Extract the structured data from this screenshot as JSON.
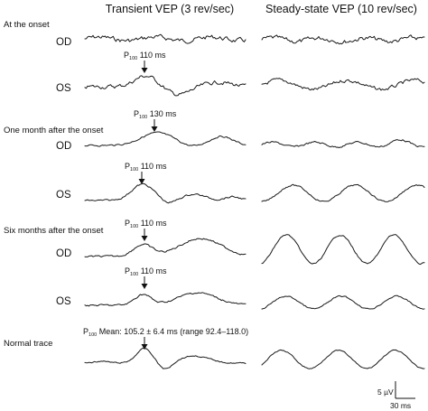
{
  "columns": {
    "transient": "Transient VEP (3 rev/sec)",
    "steady": "Steady-state VEP (10 rev/sec)"
  },
  "sections": [
    {
      "title": "At the onset"
    },
    {
      "title": "One month after the onset"
    },
    {
      "title": "Six months after the onset"
    },
    {
      "title": "Normal trace"
    }
  ],
  "rows": [
    {
      "eye": "OD",
      "annotation": null
    },
    {
      "eye": "OS",
      "annotation": {
        "p": "P",
        "sub": "100",
        "text": " 110 ms"
      }
    },
    {
      "eye": "OD",
      "annotation": {
        "p": "P",
        "sub": "100",
        "text": " 130 ms"
      }
    },
    {
      "eye": "OS",
      "annotation": {
        "p": "P",
        "sub": "100",
        "text": " 110 ms"
      }
    },
    {
      "eye": "OD",
      "annotation": {
        "p": "P",
        "sub": "100",
        "text": " 110 ms"
      }
    },
    {
      "eye": "OS",
      "annotation": {
        "p": "P",
        "sub": "100",
        "text": " 110 ms"
      }
    },
    {
      "eye": "",
      "annotation": {
        "p": "P",
        "sub": "100",
        "text": " Mean: 105.2 ± 6.4 ms (range 92.4–118.0)"
      }
    }
  ],
  "scale_bar": {
    "voltage": "5 µV",
    "time": "30 ms"
  }
}
